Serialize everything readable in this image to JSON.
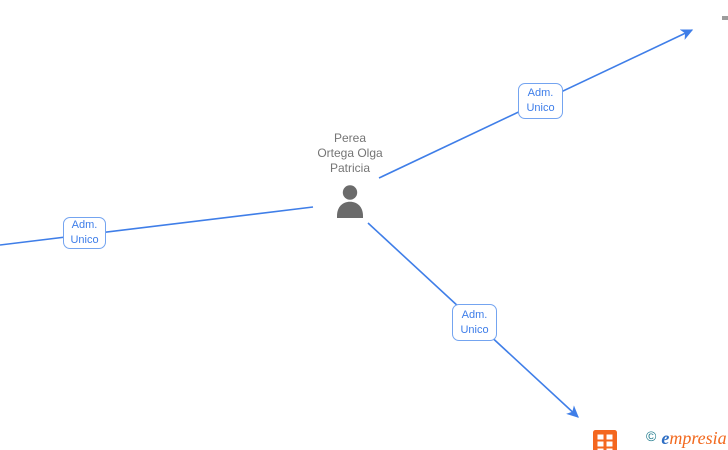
{
  "graph": {
    "node": {
      "label_lines": [
        "Perea",
        "Ortega Olga",
        "Patricia"
      ],
      "full_name": "Perea Ortega Olga Patricia"
    },
    "edge_labels": [
      {
        "lines": [
          "Adm.",
          "Unico"
        ]
      },
      {
        "lines": [
          "Adm.",
          "Unico"
        ]
      },
      {
        "lines": [
          "Adm.",
          "Unico"
        ]
      }
    ],
    "colors": {
      "edge_blue": "#3f7ee8",
      "label_border": "#74a4f0",
      "label_text": "#3d7de9",
      "node_icon_gray": "#6b6b6b",
      "node_name_gray": "#757575",
      "partial_node_gray": "#9c9c9c"
    }
  },
  "watermark": {
    "copyright_symbol": "©",
    "brand_first_letter": "e",
    "brand_rest": "mpresia",
    "colors": {
      "building_orange": "#f4671f",
      "copyright_teal": "#1e7a8c",
      "brand_e_blue": "#2f6fc4",
      "brand_orange": "#f2691e"
    }
  }
}
